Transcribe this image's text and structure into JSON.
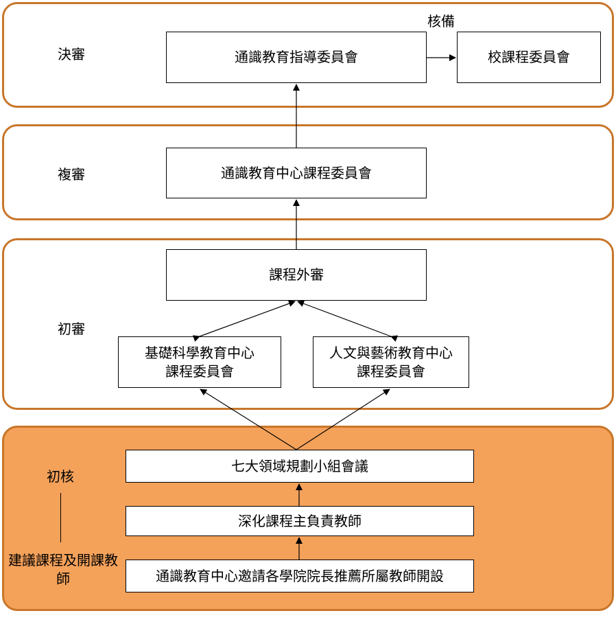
{
  "stages": {
    "final": "決審",
    "second": "複審",
    "first": "初審",
    "initial": "初核",
    "proposer": "建議課程及開課教師"
  },
  "boxes": {
    "guidance_committee": "通識教育指導委員會",
    "school_curriculum_committee": "校課程委員會",
    "center_curriculum_committee": "通識教育中心課程委員會",
    "external_review": "課程外審",
    "basic_science_line1": "基礎科學教育中心",
    "basic_science_line2": "課程委員會",
    "humanities_arts_line1": "人文與藝術教育中心",
    "humanities_arts_line2": "課程委員會",
    "seven_domains_meeting": "七大領域規劃小組會議",
    "deepening_lead_teacher": "深化課程主負責教師",
    "invitation": "通識教育中心邀請各學院院長推薦所屬教師開設"
  },
  "annotations": {
    "filing": "核備"
  },
  "colors": {
    "band_border": "#c8762a",
    "initial_fill": "#f4a15a"
  }
}
